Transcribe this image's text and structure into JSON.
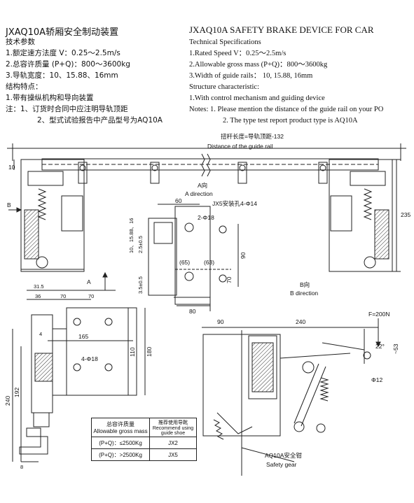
{
  "header_cn": {
    "title": "JXAQ10A轿厢安全制动装置",
    "subtitle": "技术参数",
    "line1": "1.额定速方法度 V：0.25～2.5m/s",
    "line2": "2.总容许质量 (P+Q)：800～3600kg",
    "line3": "3.导轨宽度：10、15.88、16mm",
    "features_title": "结构特点：",
    "feature1": "1.带有操纵机构和导向装置",
    "note1": "注：1、订货时合同中应注明导轨顶距",
    "note2": "2、型式试验报告中产品型号为AQ10A"
  },
  "header_en": {
    "title": "JXAQ10A SAFETY BRAKE DEVICE FOR CAR",
    "subtitle": "Technical Specifications",
    "line1": "1.Rated Speed  V：0.25～2.5m/s",
    "line2": "2.Allowable gross mass (P+Q)：800～3600kg",
    "line3": "3.Width of guide rails：  10, 15.88, 16mm",
    "features_title": "Structure characteristic:",
    "feature1": "1.With control mechanism and guiding device",
    "note1": "Notes: 1. Please mention the distance of the guide rail on your PO",
    "note2": "2. The type test report product type is AQ10A"
  },
  "drawing": {
    "rail_dim_cn": "扭杆长度=导轨顶距-132",
    "rail_dim_en": "Distance of the guide rail",
    "dim_10": "10",
    "dim_235": "235",
    "label_B": "B",
    "label_A": "A",
    "a_dir_cn": "A向",
    "a_dir_en": "A direction",
    "dim_60": "60",
    "holes_4": "JX5安装孔4-Φ14",
    "holes_2": "2-Φ18",
    "dim_rail_w": "10、15.88、16",
    "dim_25": "2.5±0.5",
    "dim_35": "3.5±0.5",
    "dim_65a": "(65)",
    "dim_63": "(63)",
    "dim_90v": "90",
    "dim_70v": "70",
    "dim_80": "80",
    "b_dir_cn": "B向",
    "b_dir_en": "B direction",
    "dim_315": "31.5",
    "dim_36": "36",
    "dim_70a": "70",
    "dim_70b": "70",
    "dim_4": "4",
    "dim_165": "165",
    "dim_110": "110",
    "dim_180": "180",
    "holes_18": "4-Φ18",
    "dim_240v": "240",
    "dim_192": "192",
    "dim_8": "8",
    "dim_90h": "90",
    "dim_240h": "240",
    "force": "F=200N",
    "angle": "22°",
    "dim_53": "~53",
    "dim_phi12": "Φ12",
    "gear_cn": "AQ10A安全钳",
    "gear_en": "Safety gear"
  },
  "guide_table": {
    "head_left_cn": "总容许质量",
    "head_left_en": "Allowable gross mass",
    "head_right_cn": "推荐使用导靴",
    "head_right_en1": "Recommend using",
    "head_right_en2": "guide shoe",
    "rows": [
      {
        "mass": "(P+Q)：≤2500Kg",
        "shoe": "JX2"
      },
      {
        "mass": "(P+Q)：>2500Kg",
        "shoe": "JX5"
      }
    ]
  }
}
